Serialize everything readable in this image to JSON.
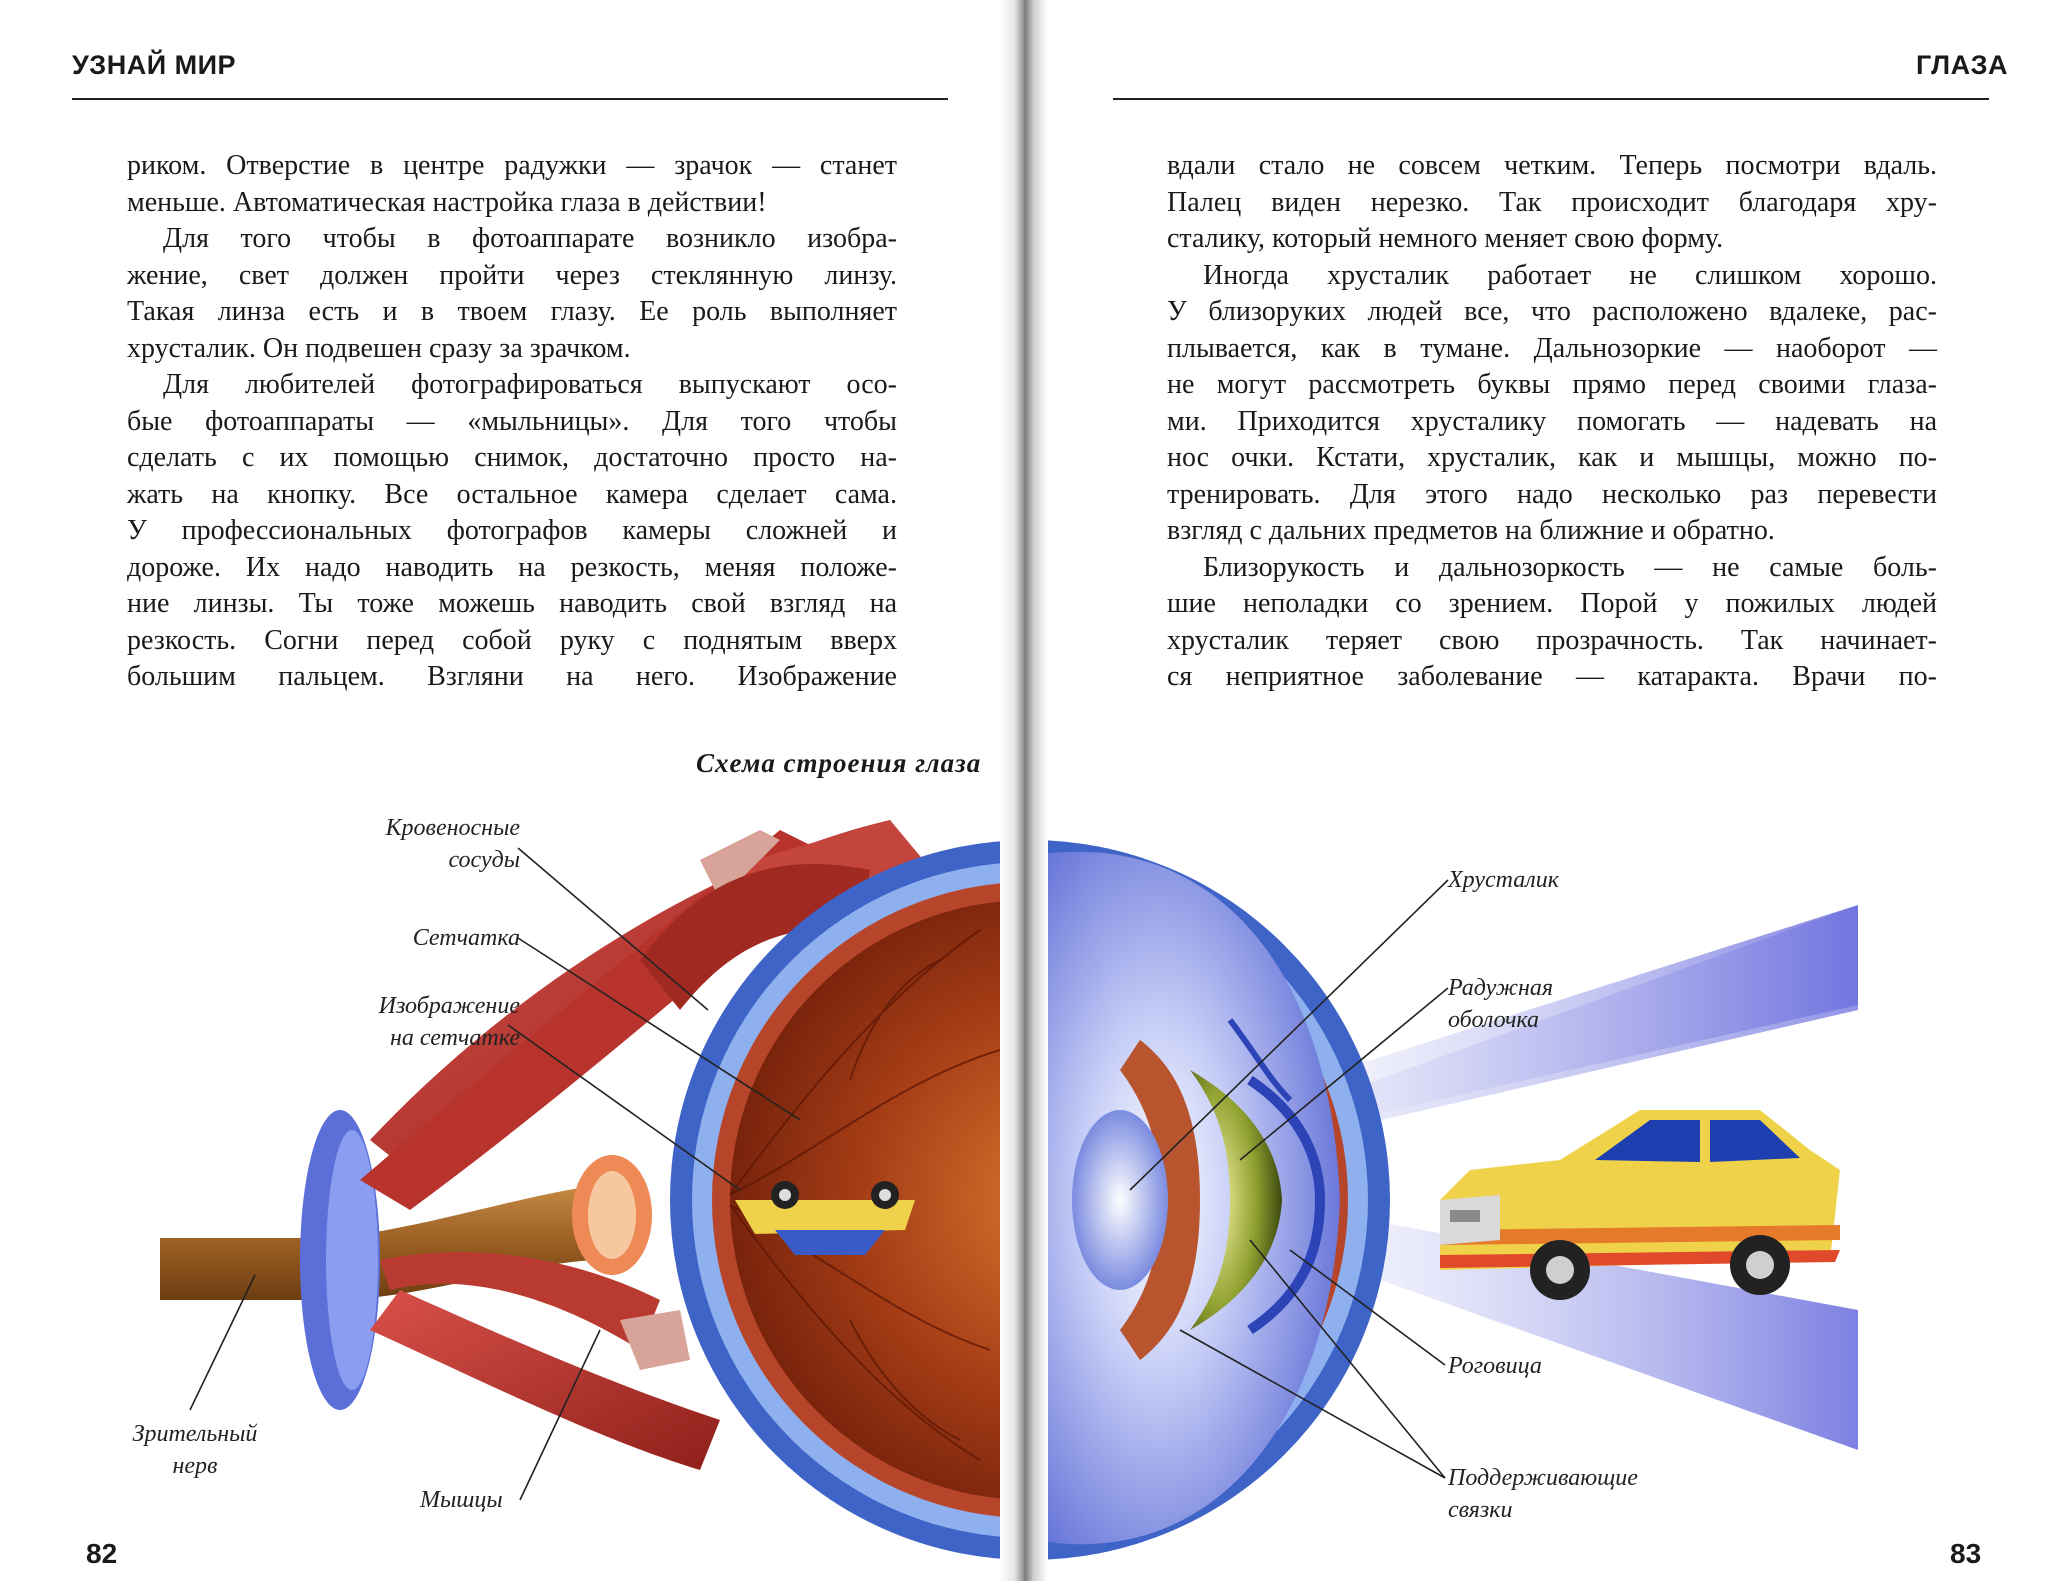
{
  "header": {
    "left_title": "УЗНАЙ МИР",
    "right_title": "ГЛАЗА"
  },
  "left_column": {
    "paragraphs": [
      [
        "риком. Отверстие в центре радужки — зрачок — станет",
        "меньше. Автоматическая настройка глаза в действии!"
      ],
      [
        "Для того чтобы в фотоаппарате возникло изобра-",
        "жение, свет должен пройти через стеклянную линзу.",
        "Такая линза есть и в твоем глазу. Ее роль выполняет",
        "хрусталик. Он подвешен сразу за зрачком."
      ],
      [
        "Для любителей фотографироваться выпускают осо-",
        "бые фотоаппараты — «мыльницы». Для того чтобы",
        "сделать с их помощью снимок, достаточно просто на-",
        "жать на кнопку. Все остальное камера сделает сама.",
        "У профессиональных фотографов камеры сложней и",
        "дороже. Их надо наводить на резкость, меняя положе-",
        "ние линзы. Ты тоже можешь наводить свой взгляд на",
        "резкость. Согни перед собой руку с поднятым вверх",
        "большим пальцем. Взгляни на него. Изображение"
      ]
    ]
  },
  "right_column": {
    "paragraphs": [
      [
        "вдали стало не совсем четким. Теперь посмотри вдаль.",
        "Палец виден нерезко. Так происходит благодаря хру-",
        "сталику, который немного меняет свою форму."
      ],
      [
        "Иногда хрусталик работает не слишком хорошо.",
        "У близоруких людей все, что расположено вдалеке, рас-",
        "плывается, как в тумане. Дальнозоркие — наоборот —",
        "не могут рассмотреть буквы прямо перед своими глаза-",
        "ми. Приходится хрусталику помогать — надевать на",
        "нос очки. Кстати, хрусталик, как и мышцы, можно по-",
        "тренировать. Для этого надо несколько раз перевести",
        "взгляд с дальних предметов на ближние и обратно."
      ],
      [
        "Близорукость и дальнозоркость — не самые боль-",
        "шие неполадки со зрением. Порой у пожилых людей",
        "хрусталик теряет свою прозрачность. Так начинает-",
        "ся неприятное заболевание — катаракта. Врачи по-"
      ]
    ]
  },
  "diagram": {
    "title": "Схема строения глаза",
    "labels": {
      "blood_vessels": [
        "Кровеносные",
        "сосуды"
      ],
      "retina": "Сетчатка",
      "retina_image": [
        "Изображение",
        "на сетчатке"
      ],
      "optic_nerve": [
        "Зрительный",
        "нерв"
      ],
      "muscles": "Мышцы",
      "lens": "Хрусталик",
      "iris": [
        "Радужная",
        "оболочка"
      ],
      "cornea": "Роговица",
      "ligaments": [
        "Поддерживающие",
        "связки"
      ]
    }
  },
  "page_numbers": {
    "left": "82",
    "right": "83"
  },
  "colors": {
    "muscle": "#b5322a",
    "eyeball": "#8c2a10",
    "sclera_blue": "#5a7fd6",
    "beam": "#7b7fe0",
    "car_yellow": "#f0d24a"
  }
}
